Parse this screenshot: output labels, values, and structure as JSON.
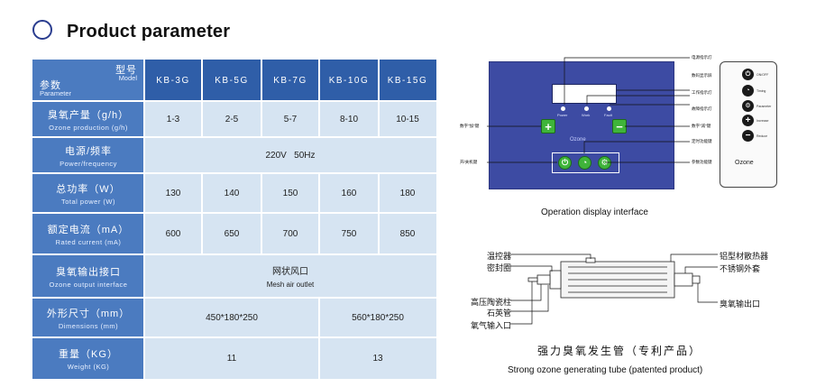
{
  "header": {
    "title": "Product parameter"
  },
  "table": {
    "corner": {
      "model_zh": "型号",
      "model_en": "Model",
      "param_zh": "参数",
      "param_en": "Parameter"
    },
    "models": [
      "KB-3G",
      "KB-5G",
      "KB-7G",
      "KB-10G",
      "KB-15G"
    ],
    "rows": [
      {
        "zh": "臭氧产量（g/h）",
        "en": "Ozone production (g/h)",
        "values": [
          "1-3",
          "2-5",
          "5-7",
          "8-10",
          "10-15"
        ]
      },
      {
        "zh": "电源/频率",
        "en": "Power/frequency",
        "merged": "220V   50Hz"
      },
      {
        "zh": "总功率（W）",
        "en": "Total power (W)",
        "values": [
          "130",
          "140",
          "150",
          "160",
          "180"
        ]
      },
      {
        "zh": "额定电流（mA）",
        "en": "Rated current (mA)",
        "values": [
          "600",
          "650",
          "700",
          "750",
          "850"
        ]
      },
      {
        "zh": "臭氧输出接口",
        "en": "Ozone output interface",
        "merged_zh": "网状风口",
        "merged_en": "Mesh air outlet"
      },
      {
        "zh": "外形尺寸（mm）",
        "en": "Dimensions (mm)",
        "left": "450*180*250",
        "right": "560*180*250"
      },
      {
        "zh": "重量（KG）",
        "en": "Weight (KG)",
        "left": "11",
        "right": "13"
      }
    ]
  },
  "panel": {
    "panel_word": "Ozone",
    "caption": "Operation display interface",
    "led_labels": [
      "Power",
      "Work",
      "Fault"
    ],
    "callouts_right": [
      "电源指示灯",
      "数码显示屏",
      "工作指示灯",
      "故障指示灯",
      "数字\"减\"键",
      "定时功能键",
      "参数功能键"
    ],
    "callouts_left": [
      "数字\"加\"键",
      "开/关机键"
    ]
  },
  "remote": {
    "name": "Ozone",
    "keys": [
      "ON/OFF",
      "Timing",
      "Parameter",
      "Increase",
      "Reduce"
    ]
  },
  "tube": {
    "labels_left": [
      "温控器",
      "密封圈",
      "高压陶瓷柱",
      "石英管",
      "氧气输入口"
    ],
    "labels_right": [
      "铝型材散热器",
      "不锈钢外套",
      "臭氧输出口"
    ],
    "caption_zh": "强力臭氧发生管（专利产品）",
    "caption_en": "Strong ozone generating tube (patented product)"
  },
  "colors": {
    "table_label": "#4b7bc0",
    "table_header": "#2f5ea8",
    "table_value": "#d6e4f2",
    "panel": "#3d4ba3",
    "button_green": "#3fb43a"
  }
}
